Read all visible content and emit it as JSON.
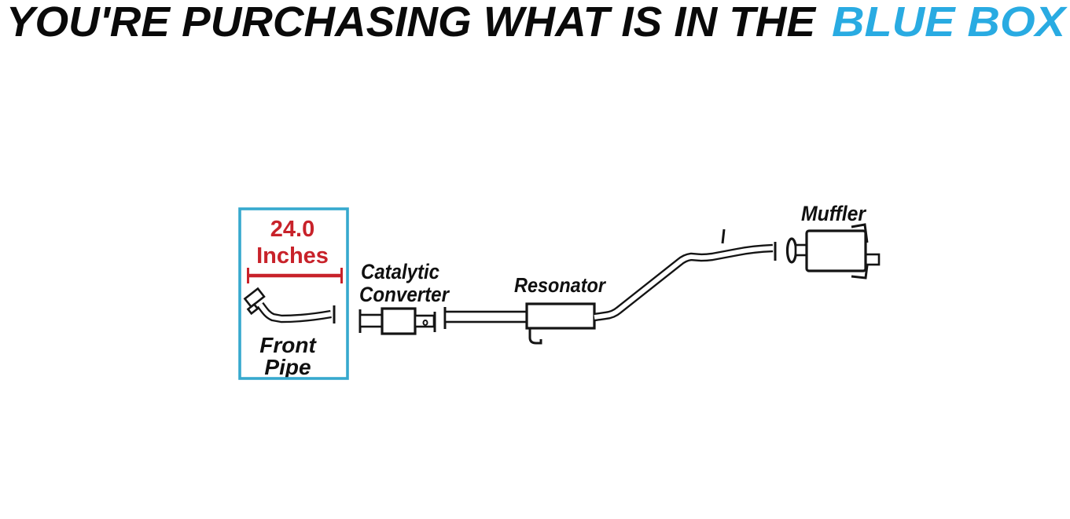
{
  "title": {
    "black_part": "YOU'RE PURCHASING WHAT IS IN THE",
    "blue_part": "BLUE BOX",
    "blue_color": "#29ABE2"
  },
  "diagram": {
    "line_color": "#141414",
    "highlight_box": {
      "border_color": "#36A9CE",
      "measurement_color": "#C8222A",
      "measurement_value": "24.0",
      "measurement_unit": "Inches",
      "part_name_line1": "Front",
      "part_name_line2": "Pipe"
    },
    "labels": {
      "catalytic_line1": "Catalytic",
      "catalytic_line2": "Converter",
      "resonator": "Resonator",
      "muffler": "Muffler"
    }
  }
}
